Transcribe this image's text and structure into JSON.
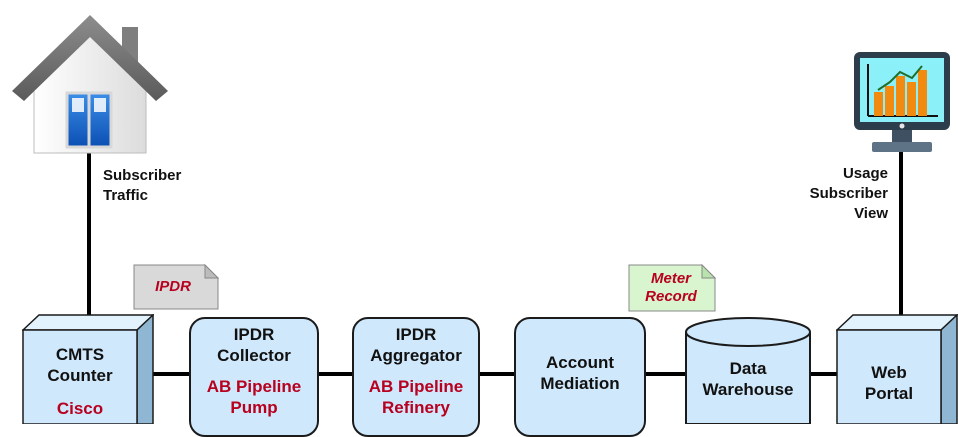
{
  "labels": {
    "subscriber_traffic_1": "Subscriber",
    "subscriber_traffic_2": "Traffic",
    "usage_view_1": "Usage",
    "usage_view_2": "Subscriber",
    "usage_view_3": "View"
  },
  "tags": {
    "ipdr": "IPDR",
    "meter_record_1": "Meter",
    "meter_record_2": "Record"
  },
  "nodes": {
    "cmts": {
      "line1": "CMTS",
      "line2": "Counter",
      "vendor": "Cisco"
    },
    "collector": {
      "line1": "IPDR",
      "line2": "Collector",
      "product1": "AB Pipeline",
      "product2": "Pump"
    },
    "aggregator": {
      "line1": "IPDR",
      "line2": "Aggregator",
      "product1": "AB Pipeline",
      "product2": "Refinery"
    },
    "mediation": {
      "line1": "Account",
      "line2": "Mediation"
    },
    "warehouse": {
      "line1": "Data",
      "line2": "Warehouse"
    },
    "portal": {
      "line1": "Web",
      "line2": "Portal"
    }
  },
  "colors": {
    "box_fill": "#cfe8fb",
    "product_text": "#b8001f",
    "ipdr_tag_fill": "#d9d9d9",
    "meter_tag_fill": "#d8f5cf"
  },
  "icons": [
    "house-icon",
    "monitor-chart-icon",
    "document-tag-icon",
    "cube-icon",
    "cylinder-icon"
  ]
}
